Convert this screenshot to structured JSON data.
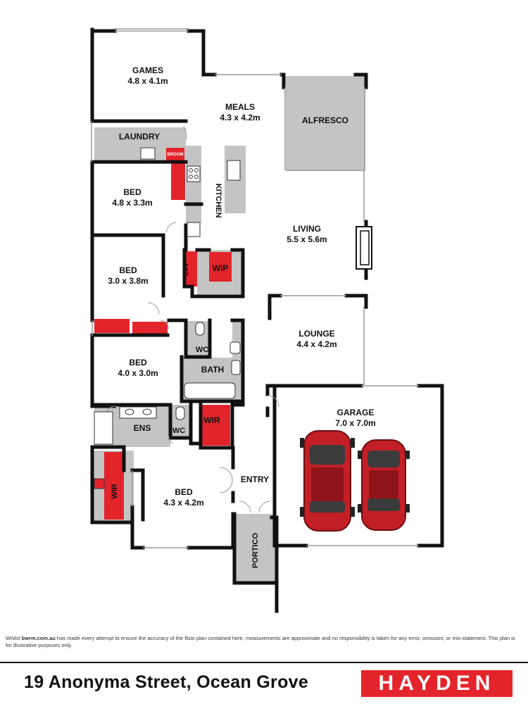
{
  "rooms": {
    "games": {
      "name": "GAMES",
      "dim": "4.8 x 4.1m"
    },
    "meals": {
      "name": "MEALS",
      "dim": "4.3 x 4.2m"
    },
    "alfresco": {
      "name": "ALFRESCO"
    },
    "laundry": {
      "name": "LAUNDRY"
    },
    "broom": {
      "name": "BROOM"
    },
    "kitchen": {
      "name": "KITCHEN"
    },
    "bed1": {
      "name": "BED",
      "dim": "4.8 x 3.3m"
    },
    "living": {
      "name": "LIVING",
      "dim": "5.5 x 5.6m"
    },
    "bed2": {
      "name": "BED",
      "dim": "3.0 x 3.8m"
    },
    "lin": {
      "name": "LIN"
    },
    "wip": {
      "name": "WIP"
    },
    "lounge": {
      "name": "LOUNGE",
      "dim": "4.4 x 4.2m"
    },
    "wc1": {
      "name": "WC"
    },
    "bed3": {
      "name": "BED",
      "dim": "4.0 x 3.0m"
    },
    "bath": {
      "name": "BATH"
    },
    "garage": {
      "name": "GARAGE",
      "dim": "7.0 x 7.0m"
    },
    "ens": {
      "name": "ENS"
    },
    "wc2": {
      "name": "WC"
    },
    "wir1": {
      "name": "WIR"
    },
    "wir2": {
      "name": "WIR"
    },
    "entry": {
      "name": "ENTRY"
    },
    "bed4": {
      "name": "BED",
      "dim": "4.3 x 4.2m"
    },
    "portico": {
      "name": "PORTICO"
    }
  },
  "colors": {
    "wall": "#111111",
    "fill_grey": "#c4c4c4",
    "storage_red": "#e3242b",
    "car_red": "#c21f26"
  },
  "disclaimer": {
    "prefix": "Whilst ",
    "site": "bwrm.com.au",
    "rest": " has made every attempt to ensure the accuracy of the floor plan contained here, measurements are approximate and no responsibility is taken for any error, omission, or mis-statement. This plan is for illustrative purposes only."
  },
  "footer": {
    "address": "19 Anonyma Street, Ocean Grove",
    "brand": "HAYDEN"
  }
}
